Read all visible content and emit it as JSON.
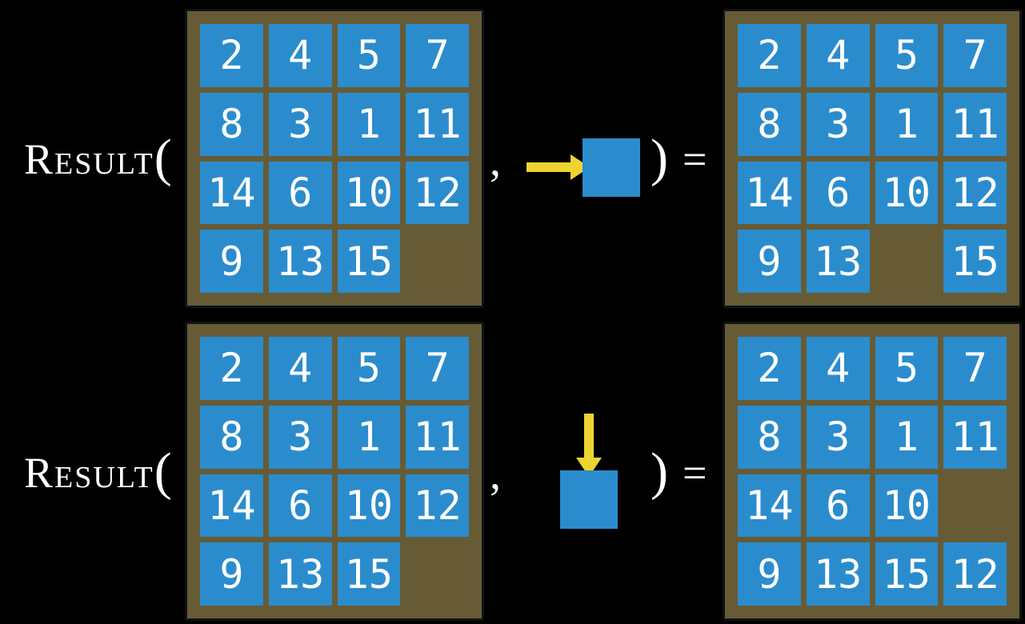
{
  "colors": {
    "background": "#000000",
    "board_bg": "#675b36",
    "board_border": "#101216",
    "tile": "#2b8ccd",
    "tile_text": "#ffffff",
    "arrow": "#eed42f",
    "formula_text": "#ffffff"
  },
  "rows": [
    {
      "name": "slide-right-example",
      "function_label": "Result",
      "open_paren": "(",
      "comma": ",",
      "close_paren": ")",
      "equals": "=",
      "action_icon": "arrow-right-icon",
      "action": "right",
      "input_grid": [
        [
          "2",
          "4",
          "5",
          "7"
        ],
        [
          "8",
          "3",
          "1",
          "11"
        ],
        [
          "14",
          "6",
          "10",
          "12"
        ],
        [
          "9",
          "13",
          "15",
          ""
        ]
      ],
      "output_grid": [
        [
          "2",
          "4",
          "5",
          "7"
        ],
        [
          "8",
          "3",
          "1",
          "11"
        ],
        [
          "14",
          "6",
          "10",
          "12"
        ],
        [
          "9",
          "13",
          "",
          "15"
        ]
      ]
    },
    {
      "name": "slide-down-example",
      "function_label": "Result",
      "open_paren": "(",
      "comma": ",",
      "close_paren": ")",
      "equals": "=",
      "action_icon": "arrow-down-icon",
      "action": "down",
      "input_grid": [
        [
          "2",
          "4",
          "5",
          "7"
        ],
        [
          "8",
          "3",
          "1",
          "11"
        ],
        [
          "14",
          "6",
          "10",
          "12"
        ],
        [
          "9",
          "13",
          "15",
          ""
        ]
      ],
      "output_grid": [
        [
          "2",
          "4",
          "5",
          "7"
        ],
        [
          "8",
          "3",
          "1",
          "11"
        ],
        [
          "14",
          "6",
          "10",
          ""
        ],
        [
          "9",
          "13",
          "15",
          "12"
        ]
      ]
    }
  ]
}
